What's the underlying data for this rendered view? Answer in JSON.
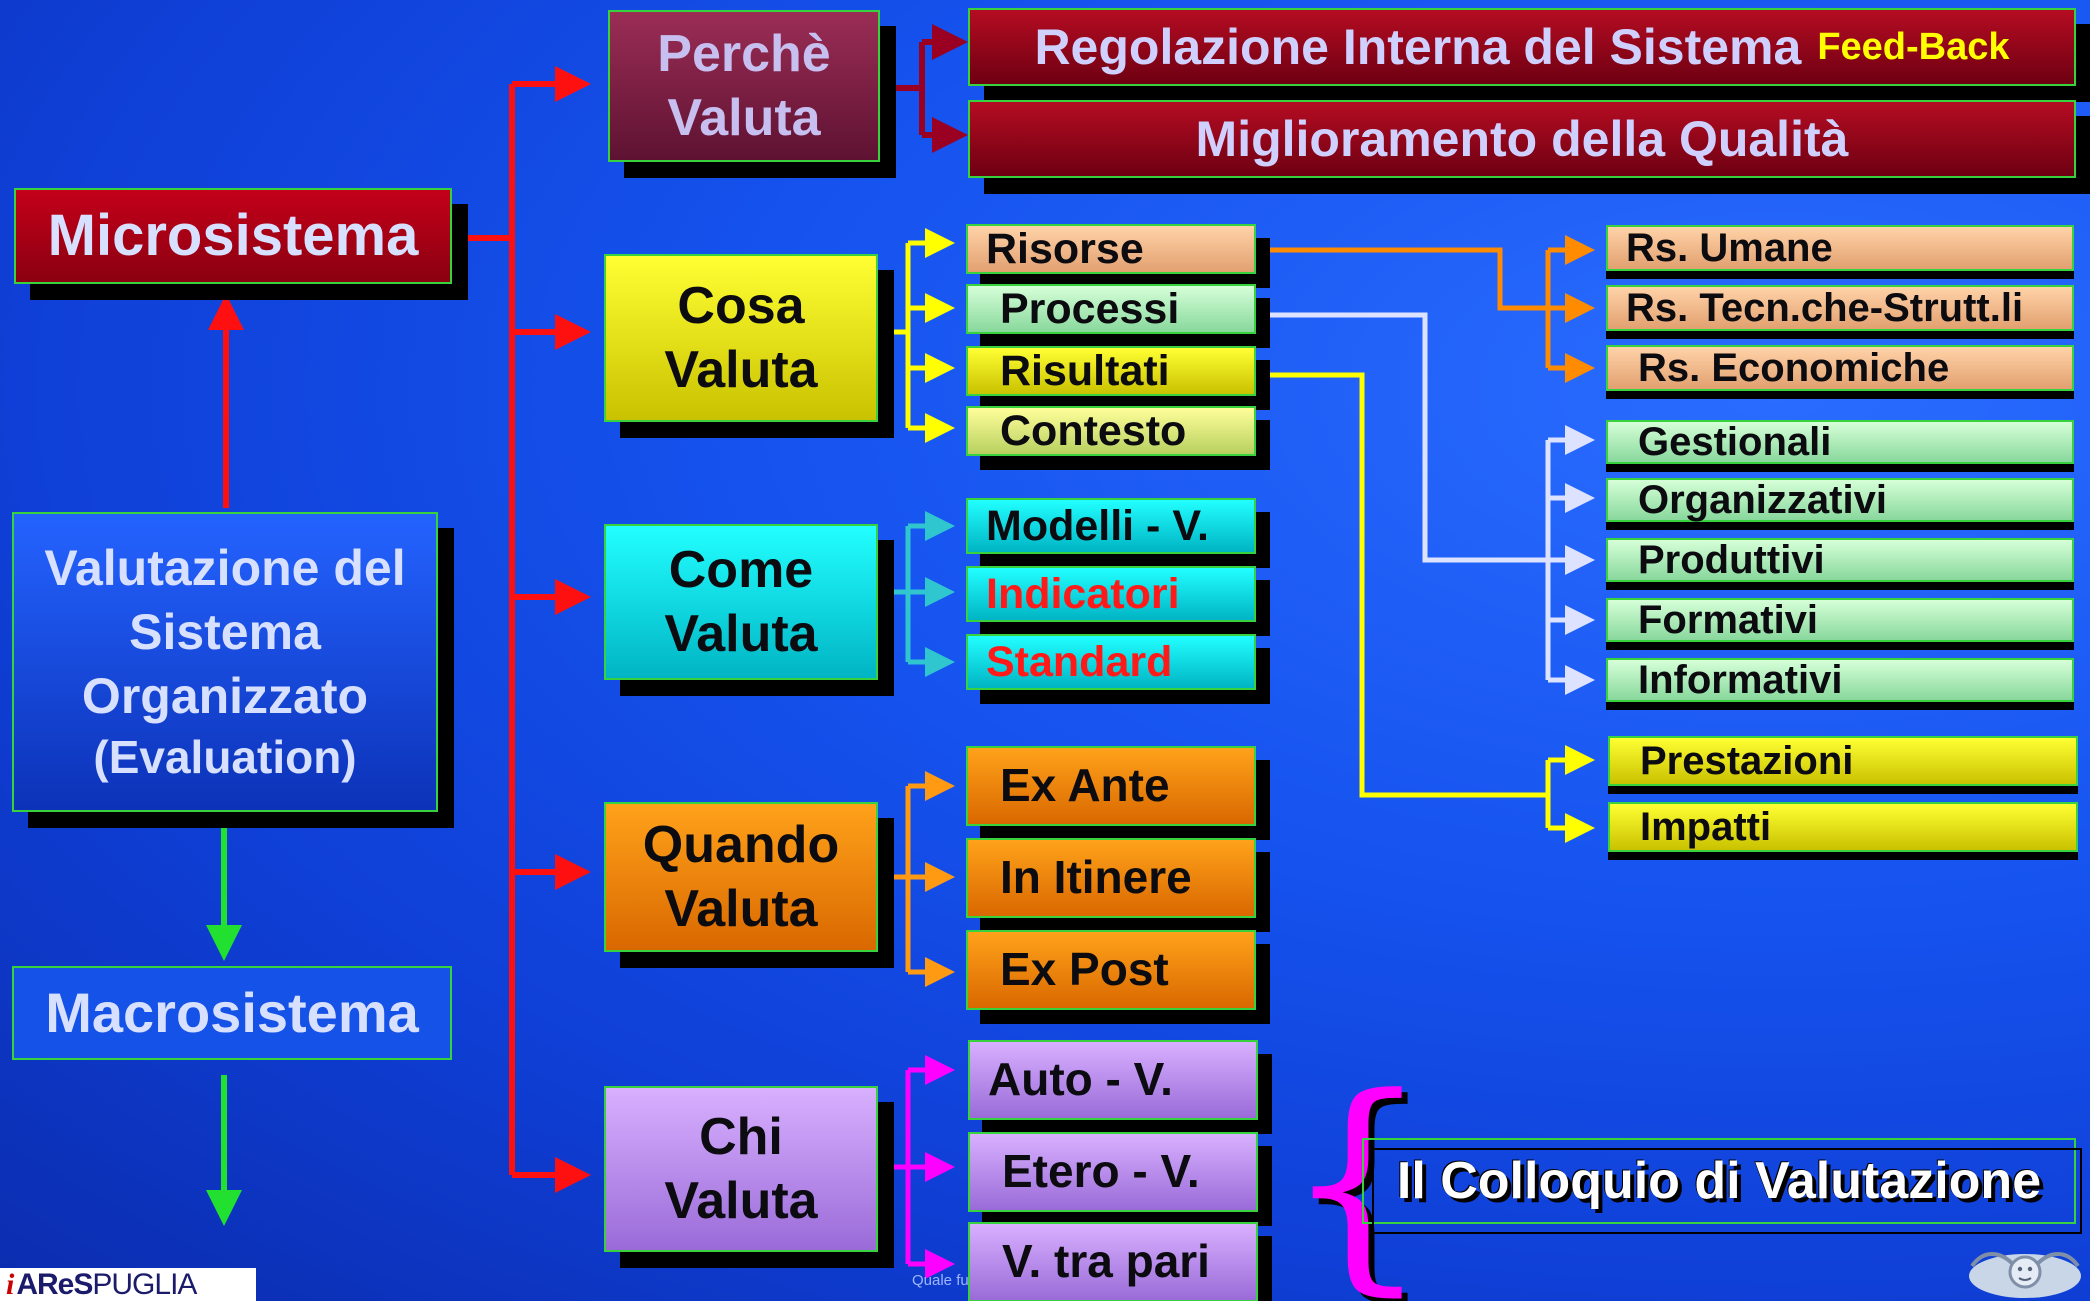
{
  "left": {
    "microsistema": "Microsistema",
    "valutazione_line1": "Valutazione del",
    "valutazione_line2": "Sistema",
    "valutazione_line3": "Organizzato",
    "valutazione_line4": "(Evaluation)",
    "macrosistema": "Macrosistema"
  },
  "questions": {
    "perche_1": "Perchè",
    "perche_2": "Valuta",
    "cosa_1": "Cosa",
    "cosa_2": "Valuta",
    "come_1": "Come",
    "come_2": "Valuta",
    "quando_1": "Quando",
    "quando_2": "Valuta",
    "chi_1": "Chi",
    "chi_2": "Valuta"
  },
  "perche_answers": {
    "regolazione": "Regolazione Interna del Sistema",
    "feedback": "Feed-Back",
    "miglioramento": "Miglioramento della Qualità"
  },
  "cosa_items": [
    "Risorse",
    "Processi",
    "Risultati",
    "Contesto"
  ],
  "come_items": [
    "Modelli - V.",
    "Indicatori",
    "Standard"
  ],
  "quando_items": [
    "Ex Ante",
    "In Itinere",
    "Ex Post"
  ],
  "chi_items": [
    "Auto - V.",
    "Etero - V.",
    "V. tra pari"
  ],
  "risorse_types": [
    "Rs. Umane",
    "Rs. Tecn.che-Strutt.li",
    "Rs. Economiche"
  ],
  "processi_types": [
    "Gestionali",
    "Organizzativi",
    "Produttivi",
    "Formativi",
    "Informativi"
  ],
  "risultati_types": [
    "Prestazioni",
    "Impatti"
  ],
  "colloquio": "Il Colloquio di Valutazione",
  "footer": {
    "logo_mark": "i",
    "logo_bold": "AReS",
    "logo_rest": "PUGLIA",
    "footer_text": "Quale fu"
  },
  "colors": {
    "microsistema_arrows": "#ff1010",
    "perche_arrows": "#9a0022",
    "cosa_arrows": "#ffff00",
    "come_arrows": "#2fc6d0",
    "quando_arrows": "#ff9a12",
    "chi_arrows": "#ff00ff",
    "risorse_arrows": "#ff8c00",
    "processi_arrows": "#dde3ff",
    "risultati_arrows": "#ffff00",
    "up_arrow": "#ff1010",
    "down_arrows": "#22e030"
  },
  "icons": [
    "ares-puglia-logo",
    "cherub-seal-icon",
    "curly-brace-icon"
  ]
}
